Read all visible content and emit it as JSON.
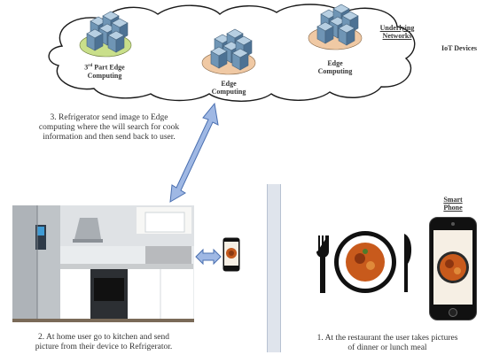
{
  "cloud": {
    "third_party_label": "3rd Part Edge Computing",
    "third_party_line1": "3",
    "third_party_sup": "rd",
    "third_party_line1_rest": " Part Edge",
    "third_party_line2": "Computing",
    "edge_center_line1": "Edge",
    "edge_center_line2": "Computing",
    "edge_right_line1": "Edge",
    "edge_right_line2": "Computing",
    "network_line1": "Underlying",
    "network_line2": "Networks",
    "iot_label": "IoT Devices"
  },
  "steps": {
    "step3_line1": "3. Refrigerator send image to Edge",
    "step3_line2": "computing where the will search for cook",
    "step3_line3": "information and then send back to user.",
    "step2_line1": "2. At home user go to kitchen and send",
    "step2_line2": "picture from their device to Refrigerator.",
    "step1_line1": "1. At the restaurant the user takes pictures",
    "step1_line2": "of dinner or lunch meal"
  },
  "phone_label_line1": "Smart",
  "phone_label_line2": "Phone",
  "colors": {
    "arrow_fill": "#9fb8e4",
    "arrow_stroke": "#4a6fb0",
    "server_blue": "#7fa6c7",
    "halo_green": "#c9df8a",
    "halo_peach": "#f0c9a4",
    "divider": "#dfe4ec"
  }
}
